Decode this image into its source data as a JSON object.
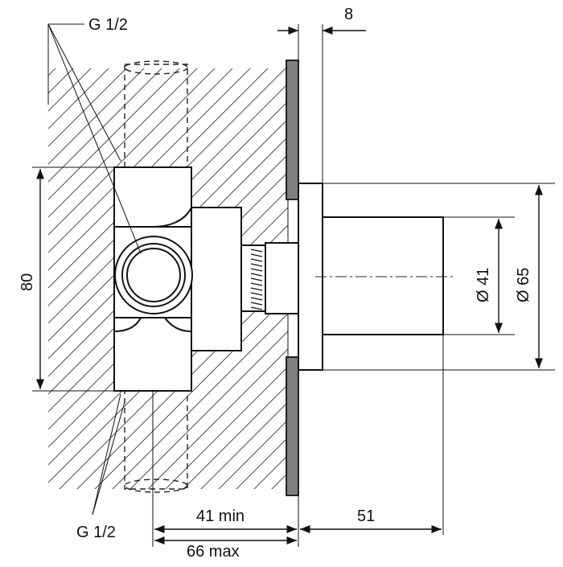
{
  "drawing": {
    "labels": {
      "thread_top": "G 1/2",
      "thread_bottom": "G 1/2",
      "dim_8": "8",
      "dim_80": "80",
      "dim_d41": "Ø 41",
      "dim_d65": "Ø 65",
      "dim_41min": "41 min",
      "dim_66max": "66 max",
      "dim_51": "51"
    },
    "colors": {
      "line": "#111111",
      "plate": "#7f7f7f",
      "background": "#ffffff"
    }
  }
}
